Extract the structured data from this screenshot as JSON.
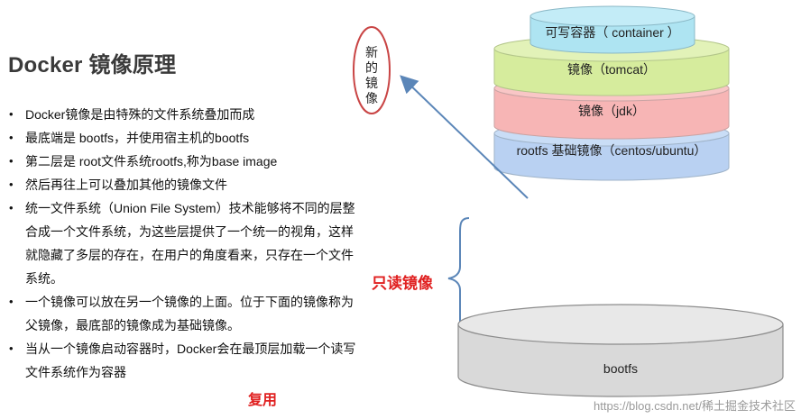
{
  "title": "Docker 镜像原理",
  "bullets": [
    "Docker镜像是由特殊的文件系统叠加而成",
    "最底端是 bootfs，并使用宿主机的bootfs",
    "第二层是 root文件系统rootfs,称为base image",
    "然后再往上可以叠加其他的镜像文件",
    "统一文件系统（Union File System）技术能够将不同的层整合成一个文件系统，为这些层提供了一个统一的视角，这样就隐藏了多层的存在，在用户的角度看来，只存在一个文件系统。",
    "一个镜像可以放在另一个镜像的上面。位于下面的镜像称为父镜像，最底部的镜像成为基础镜像。",
    "当从一个镜像启动容器时，Docker会在最顶层加载一个读写文件系统作为容器"
  ],
  "reuse_label": "复用",
  "readonly_label": "只读镜像",
  "new_image_label": [
    "新",
    "的",
    "镜",
    "像"
  ],
  "layers": {
    "container": "可写容器（ container ）",
    "tomcat": "镜像（tomcat）",
    "jdk": "镜像（jdk）",
    "rootfs": "rootfs 基础镜像（centos/ubuntu）",
    "bootfs": "bootfs"
  },
  "colors": {
    "container": "#aee4f2",
    "tomcat": "#d6ec9d",
    "jdk": "#f7b5b5",
    "rootfs": "#b9d1f2",
    "bootfs": "#d9d9d9",
    "accent_red": "#e02020",
    "arrow_blue": "#5b86b8"
  },
  "watermark": "https://blog.csdn.net/稀土掘金技术社区"
}
